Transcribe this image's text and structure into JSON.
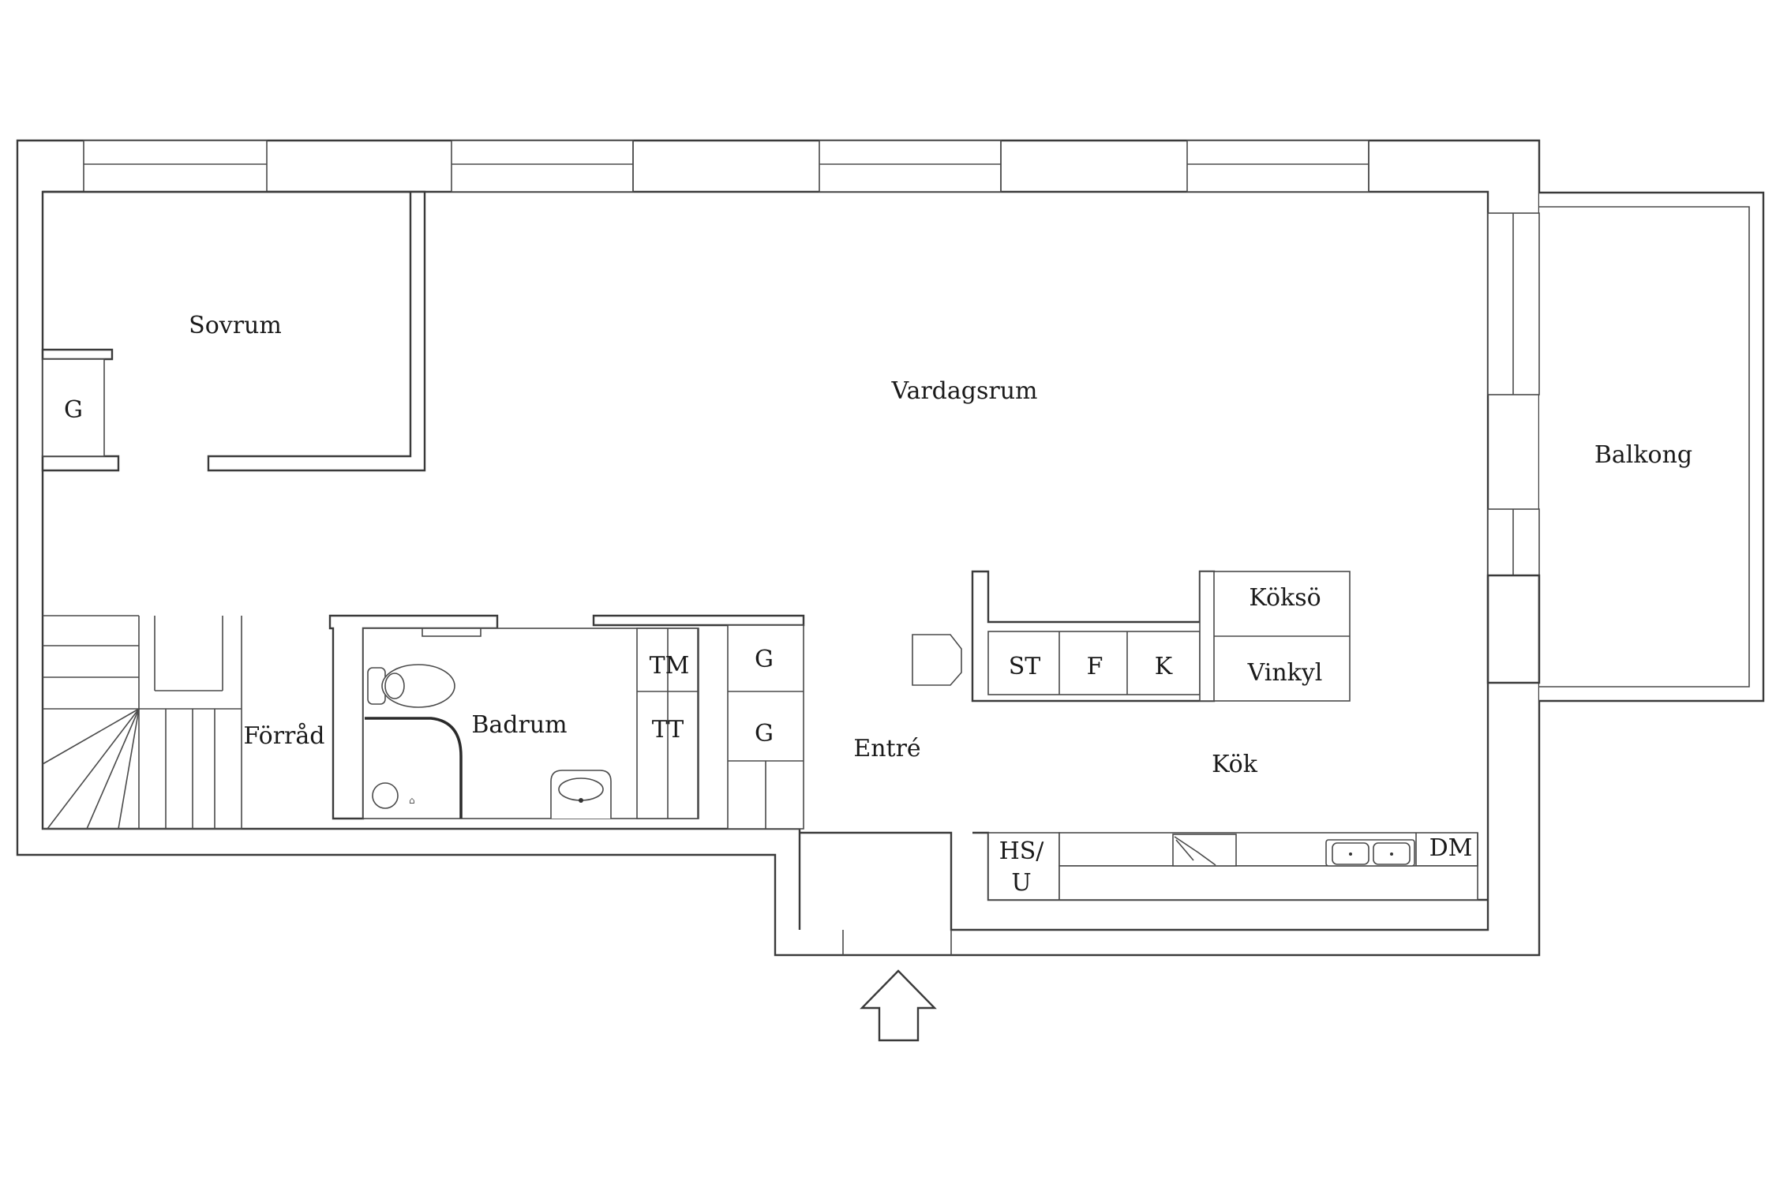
{
  "rooms": {
    "sovrum": "Sovrum",
    "vardagsrum": "Vardagsrum",
    "balkong": "Balkong",
    "forrad": "Förråd",
    "badrum": "Badrum",
    "entre": "Entré",
    "kok": "Kök"
  },
  "fixtures": {
    "wardrobe_sovrum": "G",
    "tm": "TM",
    "tt": "TT",
    "wardrobe_hall_top": "G",
    "wardrobe_hall_bottom": "G",
    "st": "ST",
    "f": "F",
    "k": "K",
    "kokso": "Köksö",
    "vinkyl": "Vinkyl",
    "hsu_line1": "HS/",
    "hsu_line2": "U",
    "dm": "DM"
  },
  "icons": {
    "entrance": "entrance-arrow-icon",
    "toilet": "toilet-icon",
    "sink": "sink-icon",
    "shower": "shower-icon",
    "kitchen_sink": "kitchen-sink-icon",
    "hob": "stove-icon",
    "stairs": "stairs-icon",
    "chair": "chair-icon"
  },
  "colors": {
    "line": "#3a3a3a",
    "background": "#ffffff",
    "text": "#1a1a1a"
  }
}
